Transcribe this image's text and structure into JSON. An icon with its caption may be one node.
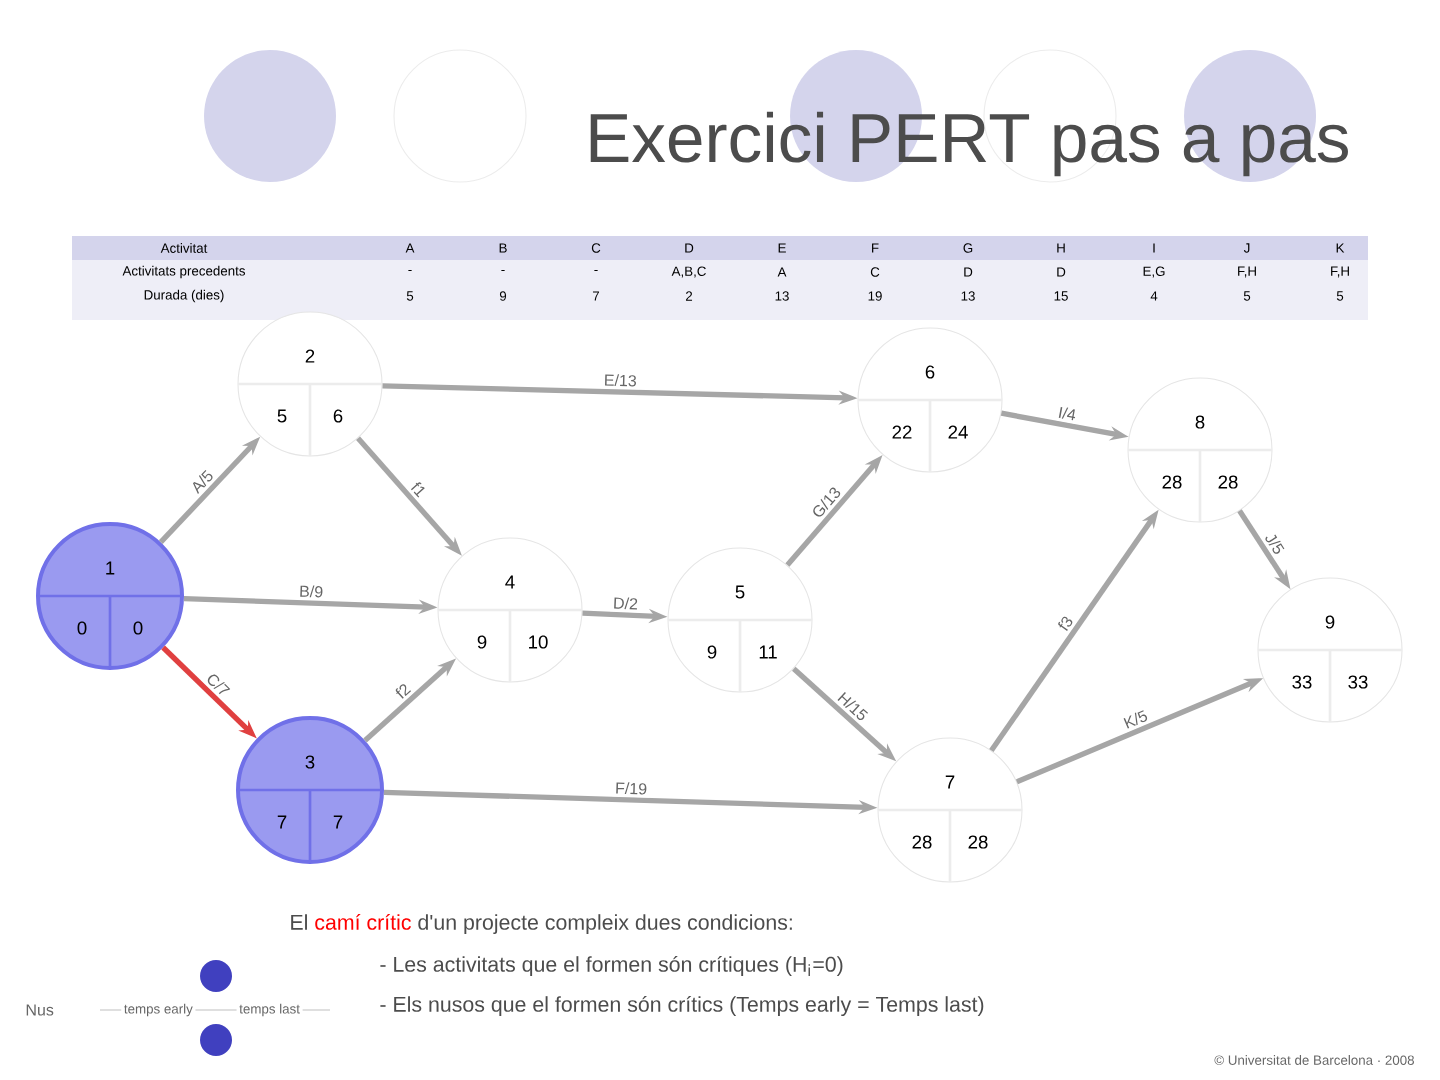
{
  "diagram": {
    "title": "Exercici PERT pas a pas",
    "nodes": [
      {
        "text": [
          "1",
          "0",
          "0"
        ]
      },
      {
        "text": [
          "2",
          "5",
          "6"
        ]
      },
      {
        "text": [
          "3",
          "7",
          "7"
        ]
      },
      {
        "text": [
          "4",
          "9",
          "10"
        ]
      },
      {
        "text": [
          "5",
          "9",
          "11"
        ]
      },
      {
        "text": [
          "6",
          "22",
          "24"
        ]
      },
      {
        "text": [
          "7",
          "28",
          "28"
        ]
      },
      {
        "text": [
          "8",
          "28",
          "28"
        ]
      },
      {
        "text": [
          "9",
          "33",
          "33"
        ]
      }
    ],
    "edges": [
      {
        "from": 0,
        "to": 1,
        "arrow": "to",
        "label": "A/5"
      },
      {
        "from": 0,
        "to": 3,
        "arrow": "to",
        "label": "B/9"
      },
      {
        "from": 0,
        "to": 2,
        "arrow": "to",
        "label": "C/7",
        "color": "#e04040"
      },
      {
        "from": 1,
        "to": 5,
        "arrow": "to",
        "label": "E/13"
      },
      {
        "from": 1,
        "to": 3,
        "arrow": "to",
        "label": "f1"
      },
      {
        "from": 2,
        "to": 3,
        "arrow": "to",
        "label": "f2"
      },
      {
        "from": 2,
        "to": 6,
        "arrow": "to",
        "label": "F/19"
      },
      {
        "from": 3,
        "to": 4,
        "arrow": "to",
        "label": "D/2"
      },
      {
        "from": 4,
        "to": 5,
        "arrow": "to",
        "label": "G/13"
      },
      {
        "from": 4,
        "to": 6,
        "arrow": "to",
        "label": "H/15"
      },
      {
        "from": 5,
        "to": 7,
        "arrow": "to",
        "label": "I/4"
      },
      {
        "from": 6,
        "to": 7,
        "arrow": "to",
        "label": "f3"
      },
      {
        "from": 7,
        "to": 8,
        "arrow": "to",
        "label": "J/5"
      },
      {
        "from": 6,
        "to": 8,
        "arrow": "to",
        "label": "K/5"
      }
    ],
    "labels": [
      "Activitat",
      "A",
      "B",
      "C",
      "D",
      "E",
      "F",
      "G",
      "H",
      "I",
      "J",
      "K",
      "Activitats precedents",
      "-",
      "-",
      "-",
      "A,B,C",
      "A",
      "C",
      "D",
      "D",
      "E,G",
      "F,H",
      "F,H",
      "Durada (dies)",
      "5",
      "9",
      "7",
      "2",
      "13",
      "19",
      "13",
      "15",
      "4",
      "5",
      "5",
      "El",
      "camí crític",
      "d'un projecte compleix dues condicions:",
      "- Les activitats que el formen són crítiques (H$_{i}$=0)",
      "- Els nusos que el formen són crítics (Temps early = Temps last)",
      "Nus",
      "temps early",
      "temps last",
      "© Universitat de Barcelona · 2008"
    ]
  }
}
